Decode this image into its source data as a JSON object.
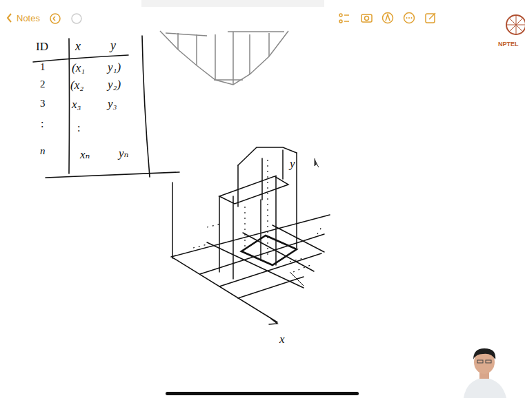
{
  "diagram": {
    "labels": [
      "Notes",
      "ID",
      "x",
      "y",
      "1",
      "(x₁",
      "y₁)",
      "2",
      "(x₂",
      "y₂)",
      "3",
      "x₃",
      "y₃",
      ":",
      ":",
      "n",
      "xₙ",
      "yₙ",
      "y",
      "x",
      "NPTEL"
    ]
  }
}
